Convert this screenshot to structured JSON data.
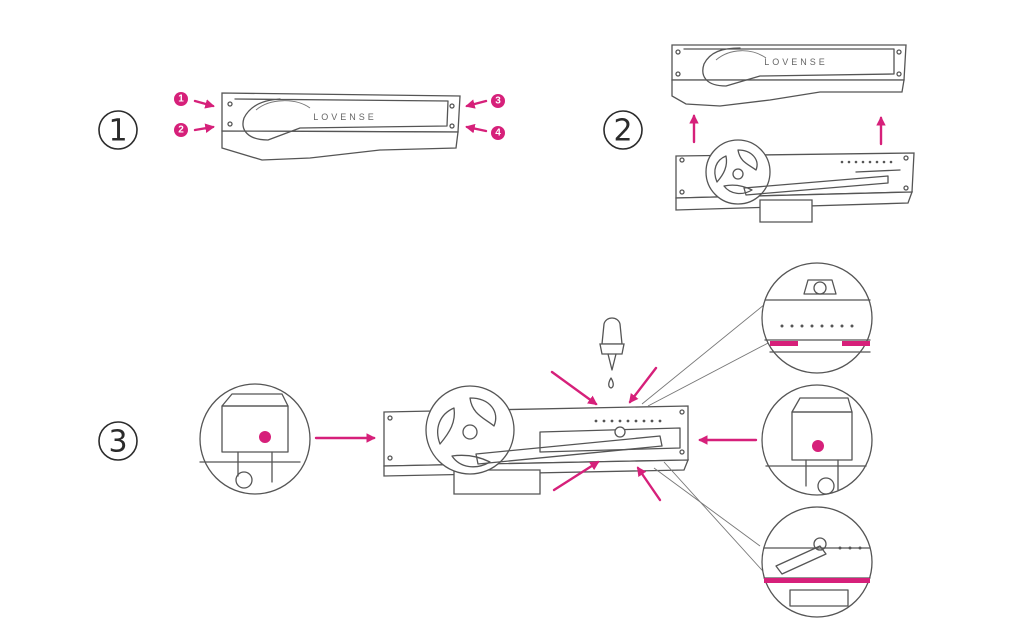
{
  "steps": [
    {
      "number": "1",
      "badges": [
        "1",
        "2",
        "3",
        "4"
      ]
    },
    {
      "number": "2"
    },
    {
      "number": "3"
    }
  ],
  "brand": {
    "text": "LOVENSE"
  },
  "colors": {
    "accent": "#d6207a",
    "line": "#555555"
  }
}
